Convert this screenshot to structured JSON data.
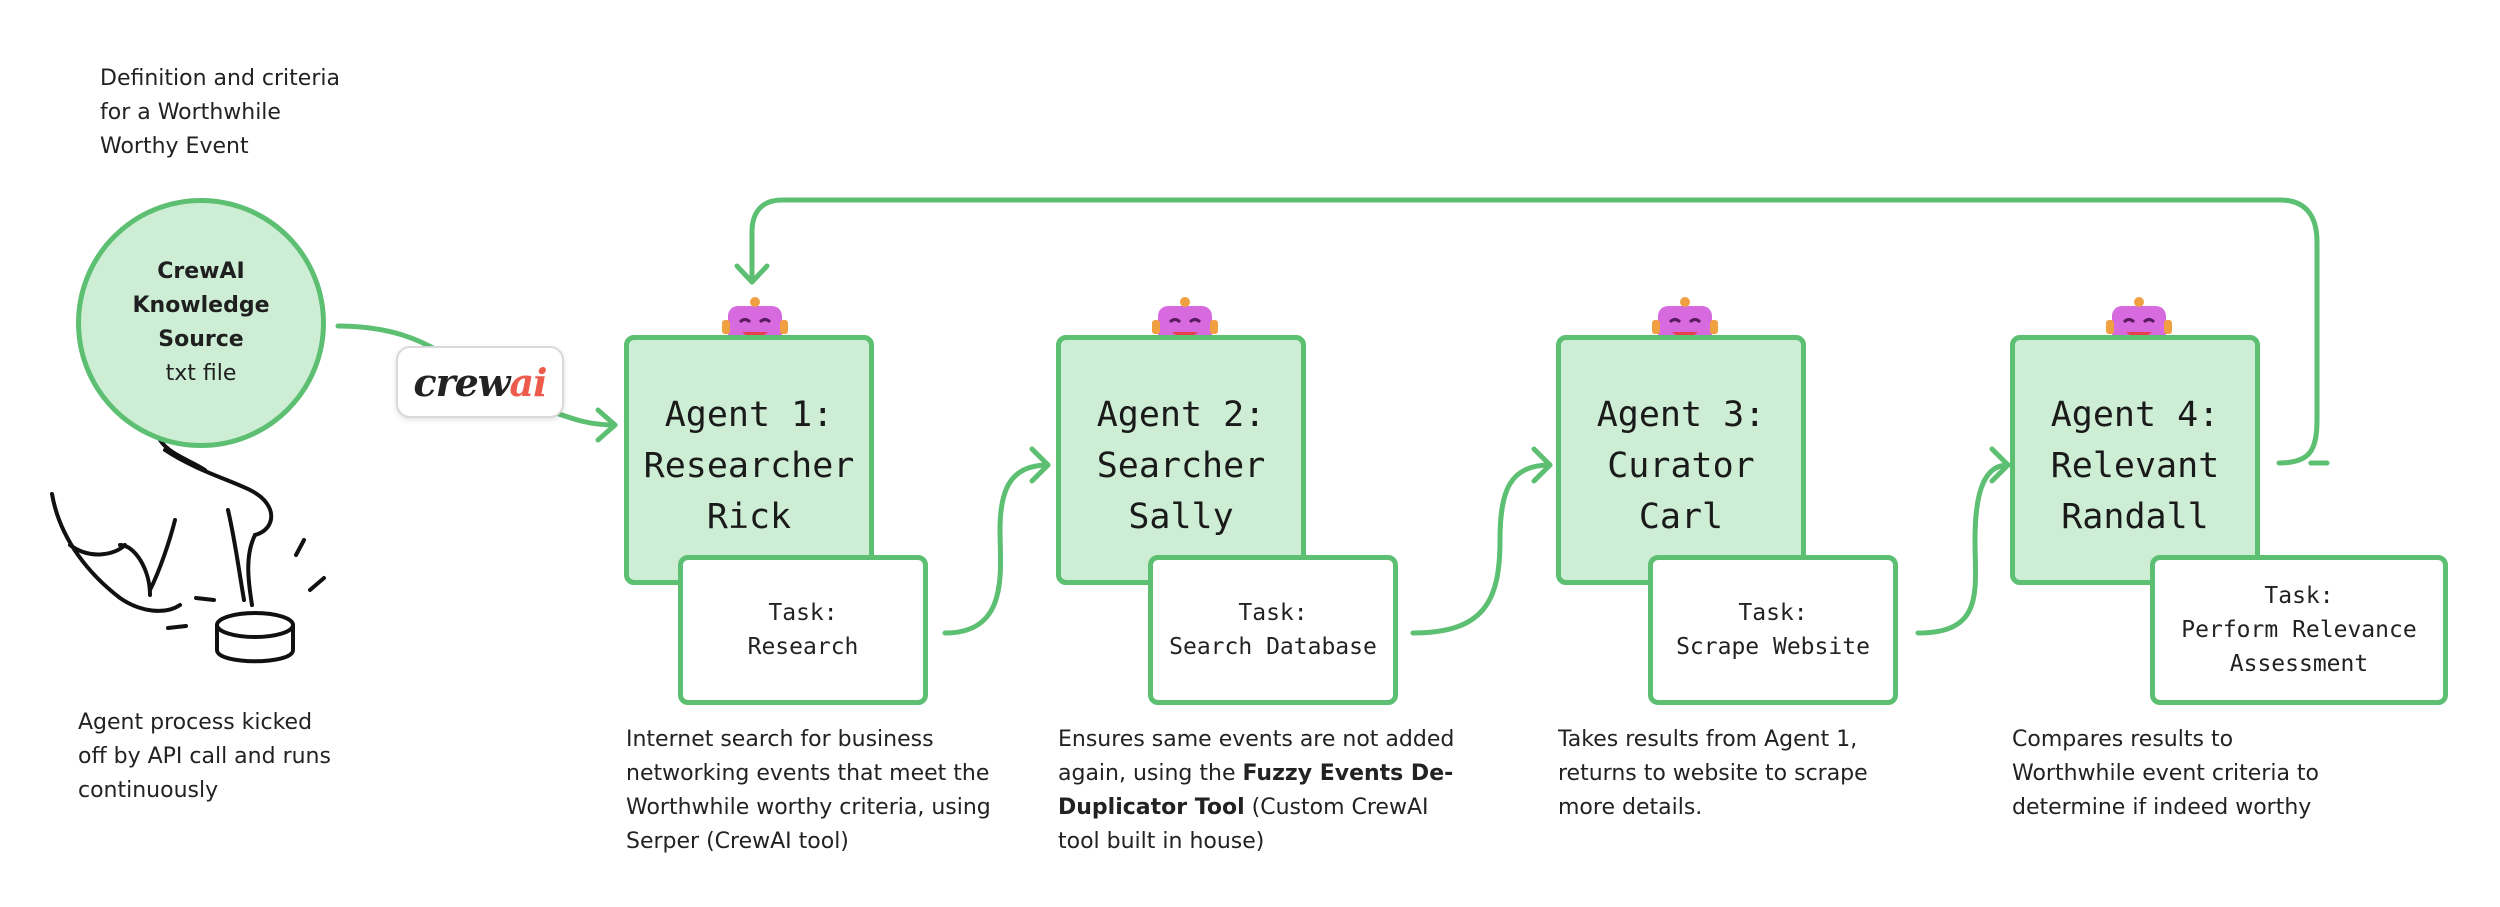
{
  "knowledge_note": [
    "Definition and criteria",
    "for a Worthwhile",
    "Worthy Event"
  ],
  "knowledge_source": {
    "title": [
      "CrewAI",
      "Knowledge",
      "Source"
    ],
    "subtitle": "txt file"
  },
  "logo": {
    "part1": "crew",
    "part2": "ai",
    "color_accent": "#ec5b4c"
  },
  "trigger_note": [
    "Agent process kicked",
    "off by API call and runs",
    "continuously"
  ],
  "colors": {
    "green_border": "#5dbf72",
    "green_fill": "#cdeed4",
    "robot": "#d86ae0"
  },
  "agents": [
    {
      "name": "Agent 1:\nResearcher\nRick",
      "task": "Task:\nResearch",
      "desc": {
        "pre": "Internet search for business networking events that meet the Worthwhile worthy criteria, using Serper (CrewAI tool)",
        "bold": "",
        "post": ""
      }
    },
    {
      "name": "Agent 2:\nSearcher\nSally",
      "task": "Task:\nSearch Database",
      "desc": {
        "pre": "Ensures same events are not added again, using the ",
        "bold": "Fuzzy Events De-Duplicator Tool",
        "post": " (Custom CrewAI tool built in house)"
      }
    },
    {
      "name": "Agent 3:\nCurator\nCarl",
      "task": "Task:\nScrape Website",
      "desc": {
        "pre": "Takes results from Agent 1, returns to website to scrape more details.",
        "bold": "",
        "post": ""
      }
    },
    {
      "name": "Agent 4:\nRelevant\nRandall",
      "task": "Task:\nPerform Relevance\nAssessment",
      "desc": {
        "pre": "Compares results to Worthwhile event criteria to determine if indeed worthy",
        "bold": "",
        "post": ""
      }
    }
  ]
}
